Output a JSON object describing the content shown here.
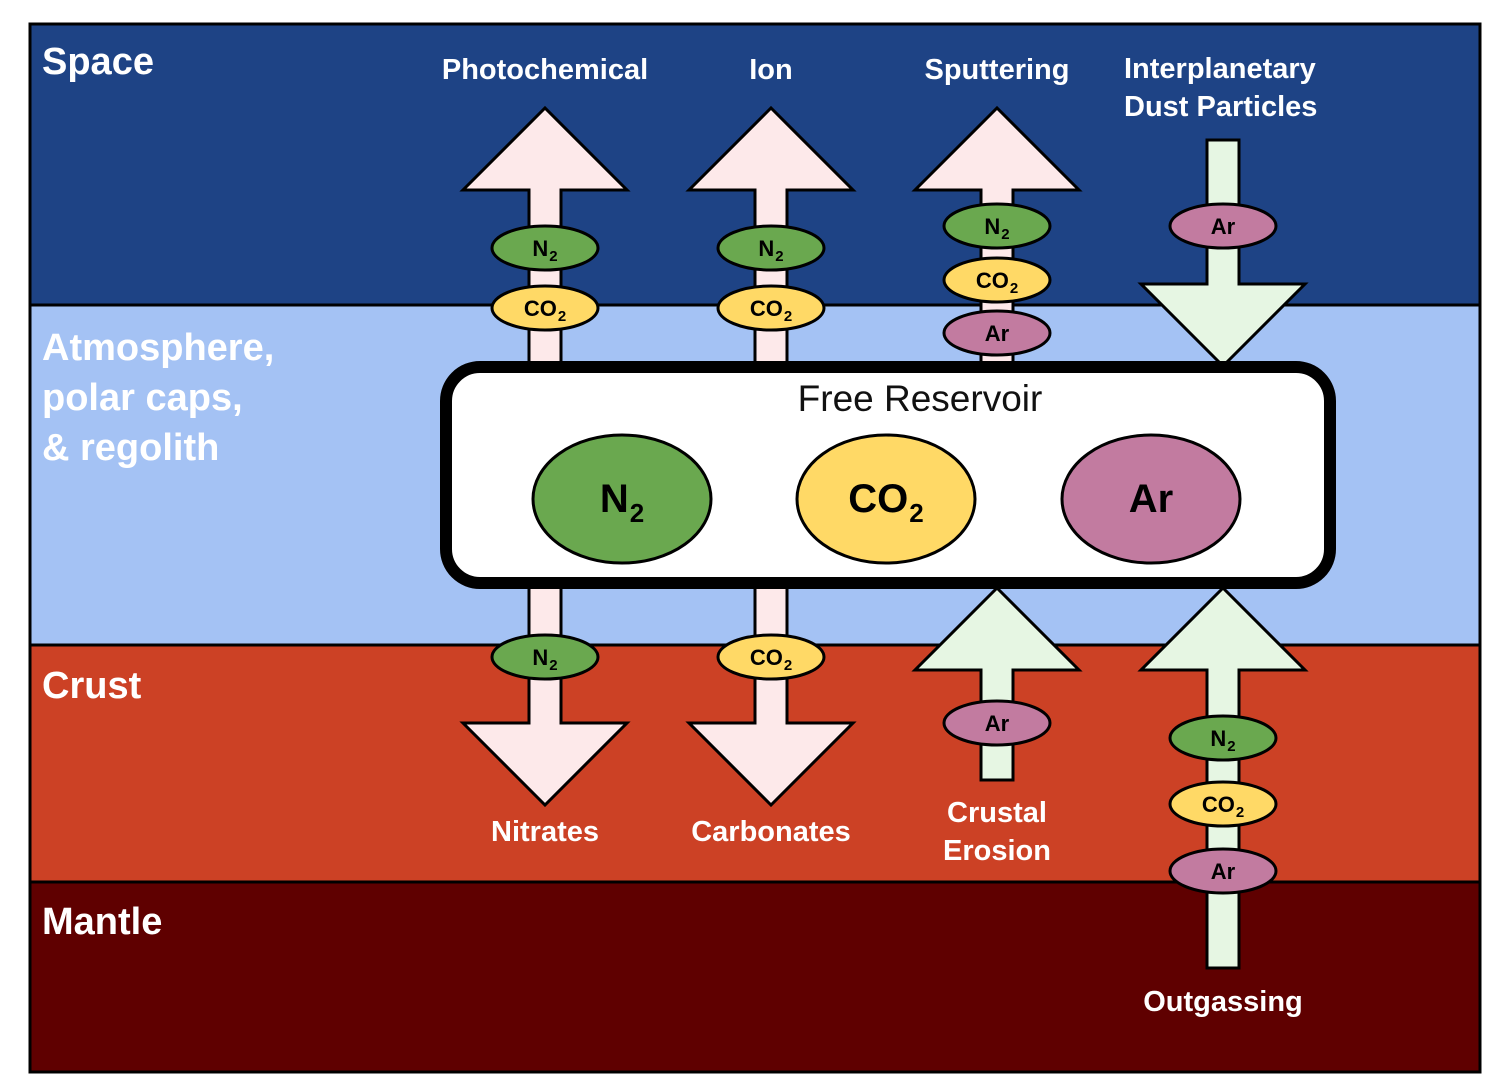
{
  "layers": [
    {
      "name": "Space",
      "color": "#1e4385"
    },
    {
      "name": "Atmosphere,\npolar caps,\n& regolith",
      "color": "#a4c2f4"
    },
    {
      "name": "Crust",
      "color": "#cc4125"
    },
    {
      "name": "Mantle",
      "color": "#5f0000"
    }
  ],
  "reservoir": {
    "title": "Free Reservoir",
    "species": [
      {
        "base": "N",
        "sub": "2",
        "color": "#6aa84f"
      },
      {
        "base": "CO",
        "sub": "2",
        "color": "#ffd966"
      },
      {
        "base": "Ar",
        "sub": "",
        "color": "#c27ba0"
      }
    ]
  },
  "processes": [
    {
      "label": "Photochemical",
      "direction": "out-to-space",
      "species": [
        "N2",
        "CO2"
      ]
    },
    {
      "label": "Ion",
      "direction": "out-to-space",
      "species": [
        "N2",
        "CO2"
      ]
    },
    {
      "label": "Sputtering",
      "direction": "out-to-space",
      "species": [
        "N2",
        "CO2",
        "Ar"
      ]
    },
    {
      "label": "Interplanetary\nDust Particles",
      "direction": "in-from-space",
      "species": [
        "Ar"
      ]
    },
    {
      "label": "Nitrates",
      "direction": "down-to-crust",
      "species": [
        "N2"
      ]
    },
    {
      "label": "Carbonates",
      "direction": "down-to-crust",
      "species": [
        "CO2"
      ]
    },
    {
      "label": "Crustal\nErosion",
      "direction": "up-from-crust",
      "species": [
        "Ar"
      ]
    },
    {
      "label": "Outgassing",
      "direction": "up-from-mantle",
      "species": [
        "N2",
        "CO2",
        "Ar"
      ]
    }
  ],
  "colors": {
    "loss_arrow": "#fde9ea",
    "gain_arrow": "#e6f6e3",
    "N2": "#6aa84f",
    "CO2": "#ffd966",
    "Ar": "#c27ba0"
  }
}
